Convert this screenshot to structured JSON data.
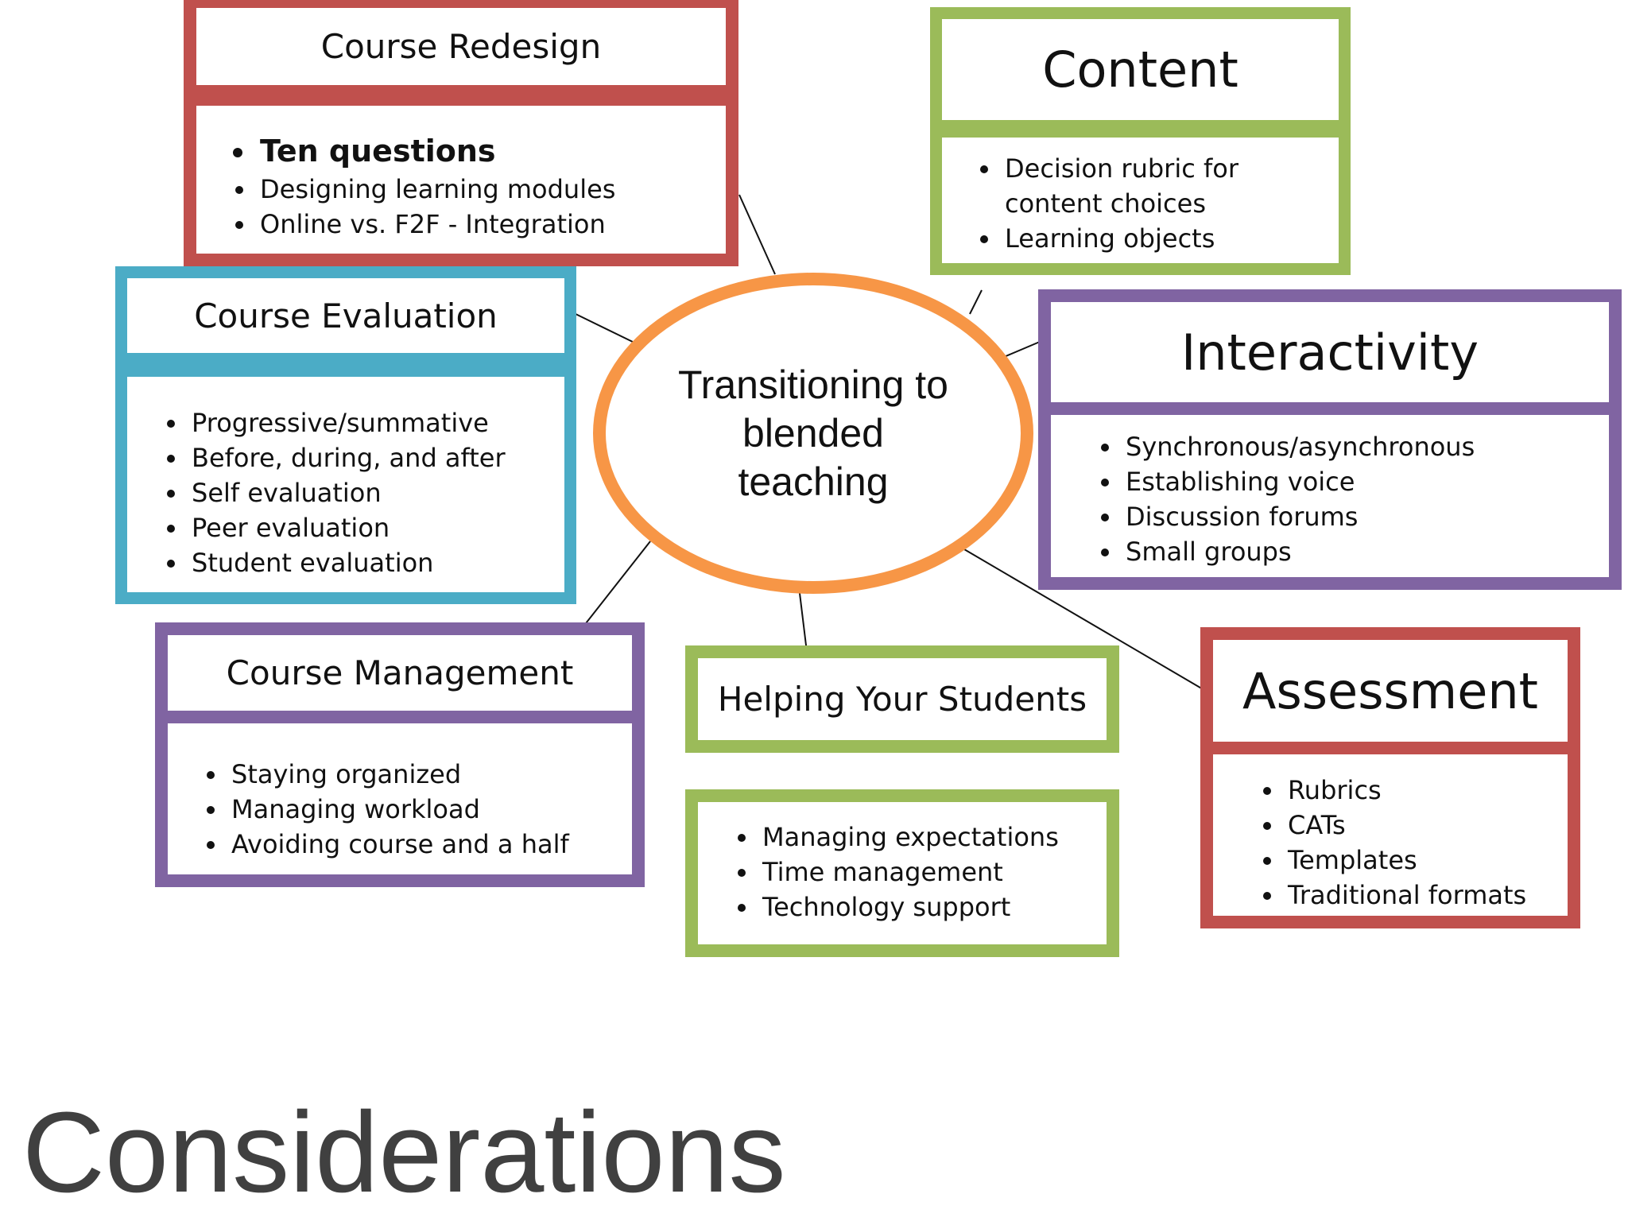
{
  "slide": {
    "title": "Considerations",
    "center_topic": "Transitioning to blended teaching"
  },
  "colors": {
    "red": "#c0504d",
    "green": "#9bbb59",
    "blue": "#4bacc6",
    "purple": "#8064a2",
    "orange": "#f79646",
    "title_gray": "#404040"
  },
  "topics": {
    "course_redesign": {
      "heading": "Course Redesign",
      "items": [
        "Ten questions",
        "Designing learning modules",
        "Online vs. F2F - Integration"
      ]
    },
    "content": {
      "heading": "Content",
      "items": [
        "Decision rubric for content choices",
        "Learning objects"
      ]
    },
    "course_evaluation": {
      "heading": "Course Evaluation",
      "items": [
        "Progressive/summative",
        "Before, during, and after",
        "Self evaluation",
        "Peer evaluation",
        "Student evaluation"
      ]
    },
    "interactivity": {
      "heading": "Interactivity",
      "items": [
        "Synchronous/asynchronous",
        "Establishing voice",
        "Discussion forums",
        "Small groups"
      ]
    },
    "course_management": {
      "heading": "Course Management",
      "items": [
        "Staying organized",
        "Managing workload",
        "Avoiding course and a half"
      ]
    },
    "helping_students": {
      "heading": "Helping Your Students",
      "items": [
        "Managing expectations",
        "Time management",
        "Technology support"
      ]
    },
    "assessment": {
      "heading": "Assessment",
      "items": [
        "Rubrics",
        "CATs",
        "Templates",
        "Traditional formats"
      ]
    }
  }
}
